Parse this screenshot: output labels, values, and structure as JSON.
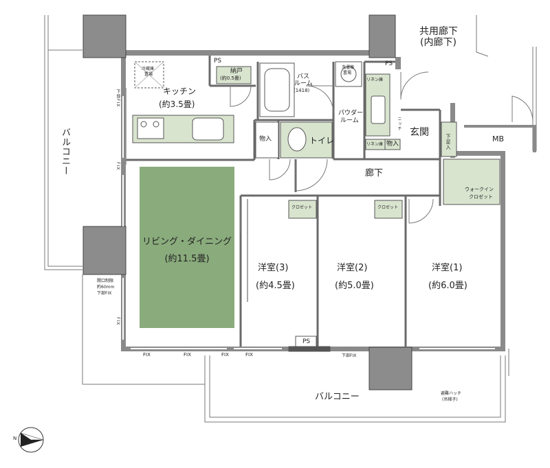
{
  "labels": {
    "common_corridor": "共用廊下",
    "inner_corridor": "(内廊下)",
    "ps_top_left": "PS",
    "ps_top_right": "PS",
    "ps_bottom": "PS",
    "storage_closet": "納戸",
    "storage_closet_size": "(約0.5畳)",
    "fridge_space": "冷蔵庫",
    "fridge_space_sub": "置場",
    "washer_space": "洗濯機",
    "washer_space_sub": "置場",
    "bath": "バス",
    "bath_room": "ルーム",
    "bath_size": "(1418)",
    "kitchen": "キッチン",
    "kitchen_size": "(約3.5畳)",
    "powder_room": "パウダー",
    "powder_room_sub": "ルーム",
    "linen_top": "リネン庫",
    "linen_bottom": "リネン庫",
    "niche": "ニッチ",
    "storage_1": "物入",
    "storage_2": "物入",
    "toilet": "トイレ",
    "entrance": "玄関",
    "shoe_storage": "下足入",
    "mb": "MB",
    "hallway": "廊下",
    "walk_in_closet": "ウォークイン",
    "walk_in_closet_sub": "クロゼット",
    "closet_3": "クロゼット",
    "closet_2": "クロゼット",
    "living_dining": "リビング・ダイニング",
    "living_dining_size": "(約11.5畳)",
    "room_3": "洋室(3)",
    "room_3_size": "(約4.5畳)",
    "room_2": "洋室(2)",
    "room_2_size": "(約5.0畳)",
    "room_1": "洋室(1)",
    "room_1_size": "(約6.0畳)",
    "balcony_side": "バルコニー",
    "balcony_bottom": "バルコニー",
    "fix_lower_left": "下部FIX",
    "fix_mid_left": "FIX",
    "fix_low_left": "FIX",
    "opening_limit_1": "開口制限",
    "opening_limit_2": "約60mm",
    "opening_limit_3": "下部FIX",
    "fix_bottom_1": "FIX",
    "fix_bottom_2": "FIX",
    "fix_bottom_3": "FIX",
    "fix_bottom_4": "FIX",
    "fix_bottom_lower": "下部FIX",
    "evacuation_hatch": "避難ハッチ",
    "evacuation_hatch_sub": "(吊梯子)",
    "north": "N"
  },
  "colors": {
    "wall": "#8a8a8a",
    "column": "#8c8c8c",
    "line": "#6a6a6a",
    "living_green": "#8aab7c",
    "fixture_green": "#d9e4cf"
  }
}
